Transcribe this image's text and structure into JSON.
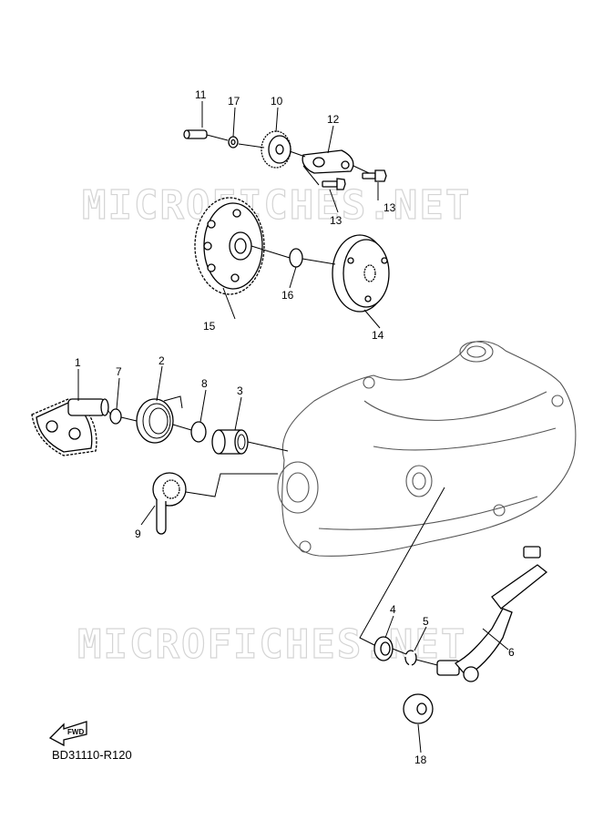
{
  "diagram_code": "BD31110-R120",
  "watermark": "MICROFICHES.NET",
  "fwd_label": "FWD",
  "callouts": {
    "p1": "1",
    "p2": "2",
    "p3": "3",
    "p4": "4",
    "p5": "5",
    "p6": "6",
    "p7": "7",
    "p8": "8",
    "p9": "9",
    "p10": "10",
    "p11": "11",
    "p12": "12",
    "p13a": "13",
    "p13b": "13",
    "p14": "14",
    "p15": "15",
    "p16": "16",
    "p17": "17",
    "p18": "18"
  }
}
